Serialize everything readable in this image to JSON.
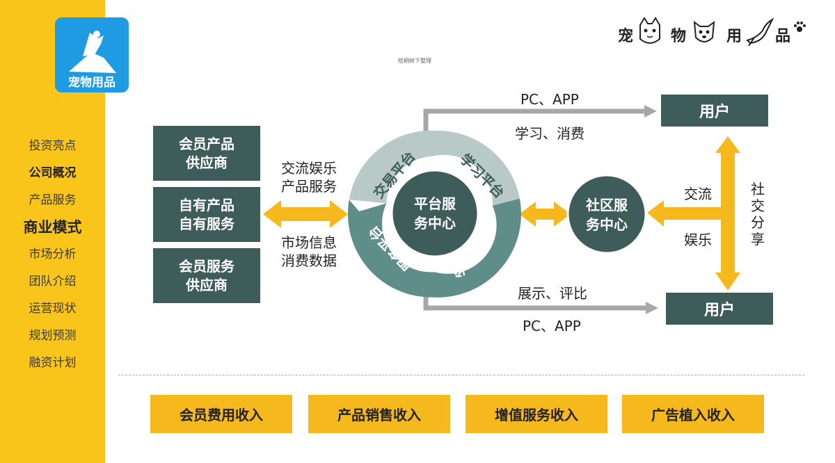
{
  "sidebar": {
    "logo_text": "宠物用品",
    "menu": [
      {
        "label": "投资亮点",
        "style": "normal"
      },
      {
        "label": "公司概况",
        "style": "bold"
      },
      {
        "label": "产品服务",
        "style": "normal"
      },
      {
        "label": "商业模式",
        "style": "big"
      },
      {
        "label": "市场分析",
        "style": "normal"
      },
      {
        "label": "团队介绍",
        "style": "normal"
      },
      {
        "label": "运营现状",
        "style": "normal"
      },
      {
        "label": "规划预测",
        "style": "normal"
      },
      {
        "label": "融资计划",
        "style": "normal"
      }
    ]
  },
  "header": {
    "logo_chars": [
      "宠",
      "物",
      "用",
      "品"
    ],
    "note": "梧桐树下整理"
  },
  "diagram": {
    "suppliers": [
      {
        "line1": "会员产品",
        "line2": "供应商"
      },
      {
        "line1": "自有产品",
        "line2": "自有服务"
      },
      {
        "line1": "会员服务",
        "line2": "供应商"
      }
    ],
    "left_top_labels": [
      "交流娱乐",
      "产品服务"
    ],
    "left_bottom_labels": [
      "市场信息",
      "消费数据"
    ],
    "center": {
      "line1": "平台服",
      "line2": "务中心"
    },
    "ring_segments": [
      "交易平台",
      "学习平台",
      "社交平台",
      "服务平台"
    ],
    "community": {
      "line1": "社区服",
      "line2": "务中心"
    },
    "top_arrow": {
      "above": "PC、APP",
      "below": "学习、消费"
    },
    "bottom_arrow": {
      "above": "展示、评比",
      "below": "PC、APP"
    },
    "users_top": "用户",
    "users_bottom": "用户",
    "exchange": "交流",
    "entertainment": "娱乐",
    "social_share": "社交分享"
  },
  "revenue": [
    "会员费用收入",
    "产品销售收入",
    "增值服务收入",
    "广告植入收入"
  ],
  "colors": {
    "sidebar": "#f9c51b",
    "logo": "#1f9be3",
    "dark_teal": "#3e5d5a",
    "ring_light": "#b9c9c8",
    "ring_mid": "#5f8e8a",
    "arrow_yellow": "#f5b81d",
    "arrow_grey": "#a7a7a7"
  }
}
